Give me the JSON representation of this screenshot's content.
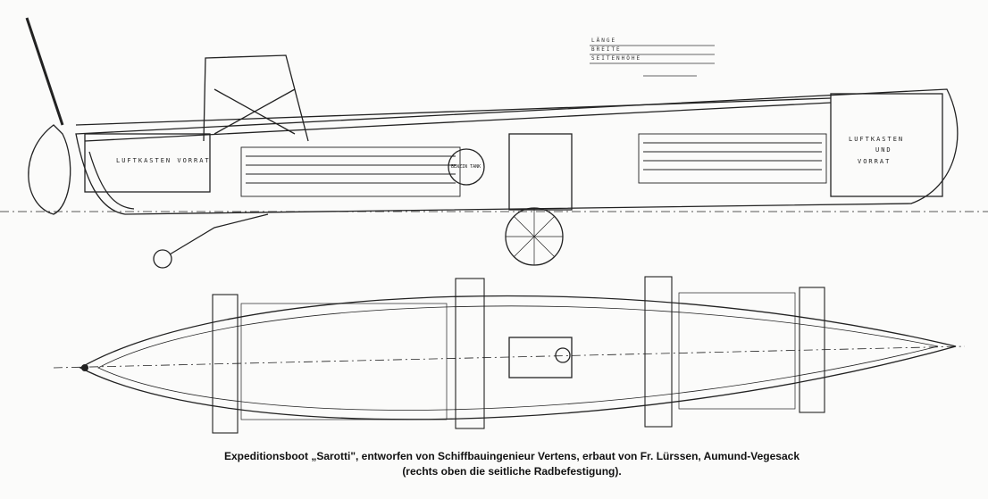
{
  "caption": {
    "line1": "Expeditionsboot „Sarotti\", entworfen von Schiffbauingenieur Vertens, erbaut von Fr. Lürssen, Aumund-Vegesack",
    "line2": "(rechts oben die seitliche Radbefestigung)."
  },
  "spec_table": {
    "rows": [
      {
        "label": "LÄNGE"
      },
      {
        "label": "BREITE"
      },
      {
        "label": "SEITENHÖHE"
      }
    ]
  },
  "labels": {
    "stern_box": "LUFTKASTEN VORRAT",
    "bow_box_1": "LUFTKASTEN",
    "bow_box_2": "UND",
    "bow_box_3": "VORRAT",
    "tank": "BENZIN TANK"
  }
}
